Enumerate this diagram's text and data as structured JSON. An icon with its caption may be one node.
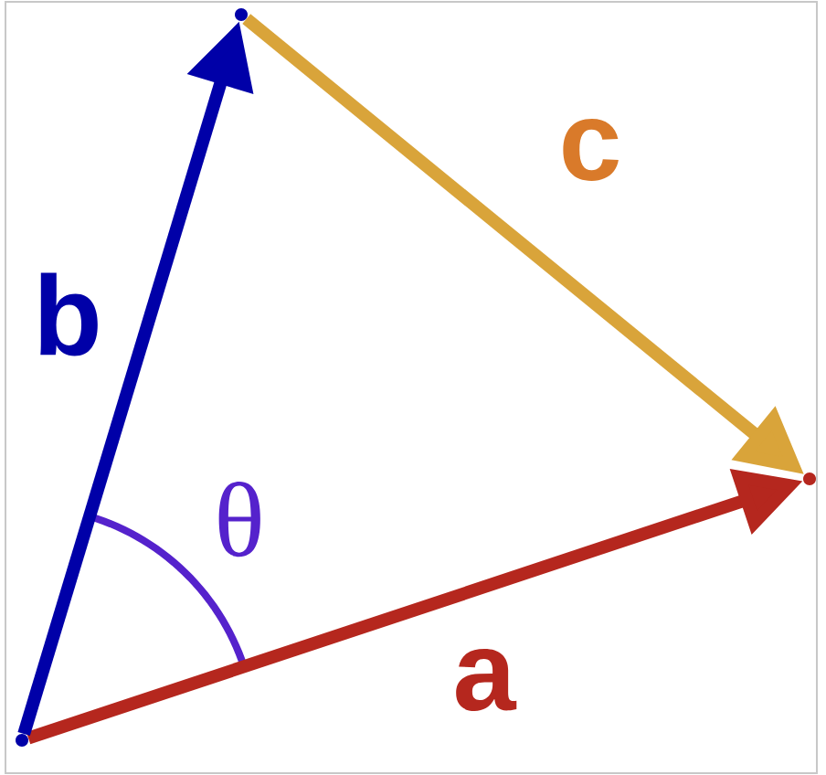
{
  "diagram": {
    "nodes": [
      {
        "text": [],
        "shape": "point"
      },
      {
        "text": [],
        "shape": "point"
      },
      {
        "text": [],
        "shape": "point"
      }
    ],
    "edges": [
      {
        "from": 0,
        "to": 2,
        "arrow": "to",
        "label": "a",
        "color": "#b5271e"
      },
      {
        "from": 0,
        "to": 1,
        "arrow": "to",
        "label": "b",
        "color": "#0000a8"
      },
      {
        "from": 1,
        "to": 2,
        "arrow": "to",
        "label": "c",
        "color": "#d9a43a"
      }
    ],
    "labels": [
      "θ"
    ]
  }
}
